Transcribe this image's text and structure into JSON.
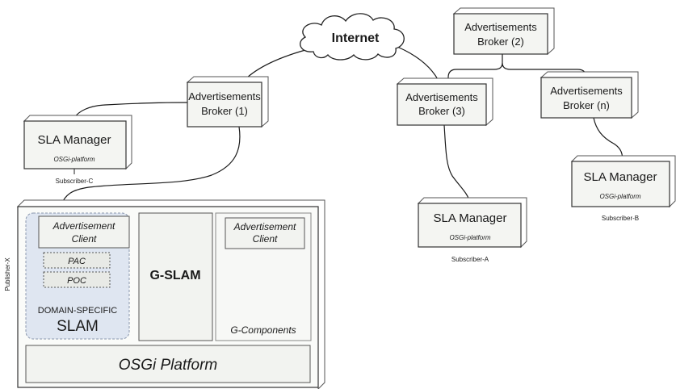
{
  "internet": {
    "label": "Internet"
  },
  "brokers": {
    "b1": {
      "line1": "Advertisements",
      "line2": "Broker (1)"
    },
    "b2": {
      "line1": "Advertisements",
      "line2": "Broker (2)"
    },
    "b3": {
      "line1": "Advertisements",
      "line2": "Broker (3)"
    },
    "bn": {
      "line1": "Advertisements",
      "line2": "Broker (n)"
    }
  },
  "sla_managers": {
    "c": {
      "title": "SLA Manager",
      "platform": "OSGi-platform",
      "caption": "Subscriber-C"
    },
    "a": {
      "title": "SLA Manager",
      "platform": "OSGi-platform",
      "caption": "Subscriber-A"
    },
    "b": {
      "title": "SLA Manager",
      "platform": "OSGi-platform",
      "caption": "Subscriber-B"
    }
  },
  "publisher": {
    "caption": "Publisher-X",
    "domain": {
      "adv_client_line1": "Advertisement",
      "adv_client_line2": "Client",
      "pac": "PAC",
      "poc": "POC",
      "label_small": "DOMAIN-SPECIFIC",
      "label_large": "SLAM"
    },
    "gslam": "G-SLAM",
    "gcomponents": {
      "adv_client_line1": "Advertisement",
      "adv_client_line2": "Client",
      "label": "G-Components"
    },
    "platform": "OSGi Platform"
  }
}
